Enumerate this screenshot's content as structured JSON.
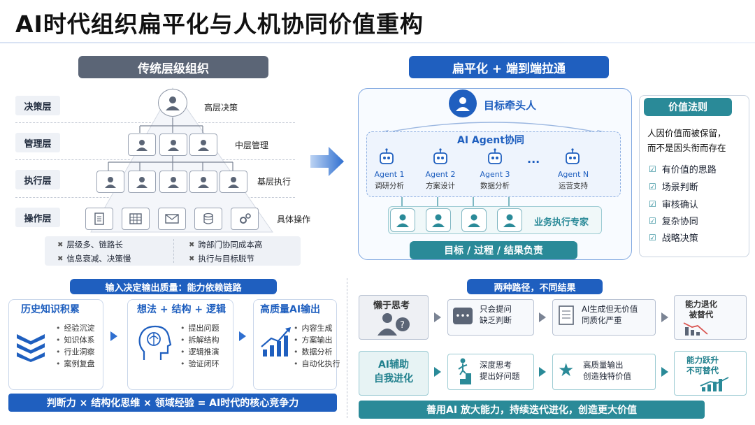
{
  "title": "AI时代组织扁平化与人机协同价值重构",
  "left_top": {
    "header": "传统层级组织",
    "layers": [
      {
        "label": "决策层",
        "desc": "高层决策"
      },
      {
        "label": "管理层",
        "desc": "中层管理"
      },
      {
        "label": "执行层",
        "desc": "基层执行"
      },
      {
        "label": "操作层",
        "desc": "具体操作"
      }
    ],
    "problems": [
      "层级多、链路长",
      "跨部门协同成本高",
      "信息衰减、决策慢",
      "执行与目标脱节"
    ]
  },
  "right_top": {
    "header": "扁平化 + 端到端拉通",
    "leader": "目标牵头人",
    "collab_title": "AI Agent协同",
    "agents": [
      {
        "name": "Agent 1",
        "role": "调研分析"
      },
      {
        "name": "Agent 2",
        "role": "方案设计"
      },
      {
        "name": "Agent 3",
        "role": "数据分析"
      },
      {
        "name": "Agent N",
        "role": "运营支持"
      }
    ],
    "ellipsis": "...",
    "experts_label": "业务执行专家",
    "responsibility": "目标 / 过程 / 结果负责",
    "value_rule": {
      "header": "价值法则",
      "statement_1": "人因价值而被保留，",
      "statement_2": "而不是因头衔而存在",
      "items": [
        "有价值的思路",
        "场景判断",
        "审核确认",
        "复杂协同",
        "战略决策"
      ]
    }
  },
  "left_bottom": {
    "header": "输入决定输出质量：能力依赖链路",
    "cards": [
      {
        "title": "历史知识积累",
        "items": [
          "经验沉淀",
          "知识体系",
          "行业洞察",
          "案例复盘"
        ]
      },
      {
        "title": "想法 + 结构 + 逻辑",
        "items": [
          "提出问题",
          "拆解结构",
          "逻辑推演",
          "验证闭环"
        ]
      },
      {
        "title": "高质量AI输出",
        "items": [
          "内容生成",
          "方案输出",
          "数据分析",
          "自动化执行"
        ]
      }
    ],
    "footer": "判断力 × 结构化思维 × 领域经验 = AI时代的核心竞争力"
  },
  "right_bottom": {
    "header": "两种路径，不同结果",
    "path_a": {
      "start": "懒于思考",
      "steps": [
        "只会提问\n缺乏判断",
        "AI生成但无价值\n同质化严重"
      ],
      "end": "能力退化\n被替代"
    },
    "path_b": {
      "start": "AI辅助\n自我进化",
      "steps": [
        "深度思考\n提出好问题",
        "高质量输出\n创造独特价值"
      ],
      "end": "能力跃升\n不可替代"
    },
    "footer": "善用AI 放大能力，持续迭代进化，创造更大价值"
  },
  "colors": {
    "blue": "#1f5fbf",
    "teal": "#2a8a98",
    "gray": "#5b6576",
    "red": "#d9534f"
  }
}
